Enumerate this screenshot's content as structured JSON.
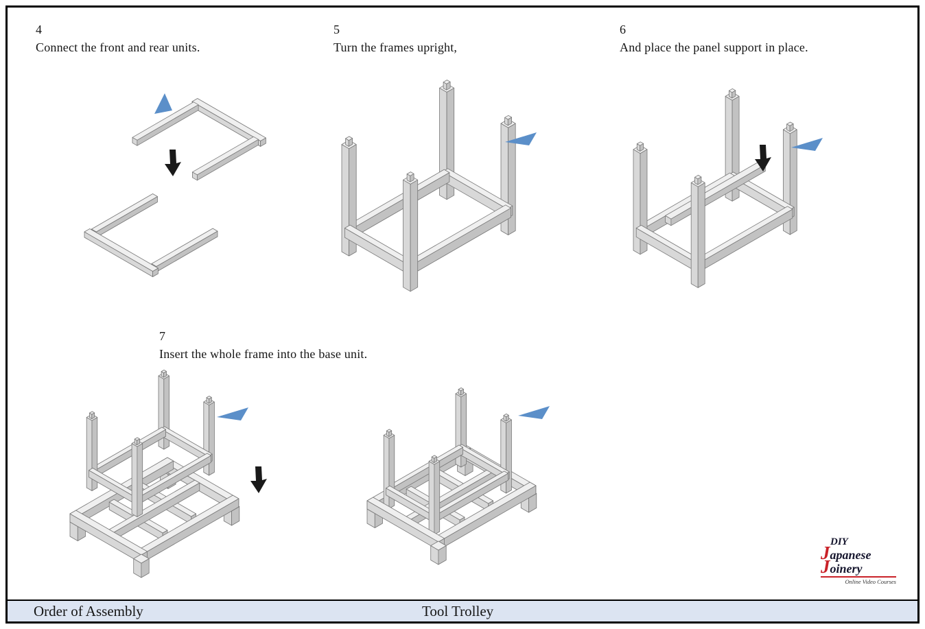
{
  "steps": [
    {
      "number": "4",
      "caption": "Connect the front and rear units."
    },
    {
      "number": "5",
      "caption": "Turn the frames upright,"
    },
    {
      "number": "6",
      "caption": "And place the panel support in place."
    },
    {
      "number": "7",
      "caption": "Insert the whole frame into the base unit."
    }
  ],
  "footer": {
    "left": "Order of Assembly",
    "center": "Tool Trolley"
  },
  "logo": {
    "line1": "DIY",
    "line2": "Japanese",
    "line3": "Joinery",
    "tagline": "Online Video Courses"
  },
  "colors": {
    "footer_bar": "#dce4f2",
    "pointer": "#5b8fc9",
    "arrow": "#1a1a1a",
    "logo_red": "#c92128",
    "logo_dark": "#16162e",
    "wood_light": "#efefef",
    "wood_mid": "#d8d8d8",
    "wood_dark": "#c2c2c2"
  },
  "diagrams": [
    {
      "name": "step4-diagram",
      "description": "Front and rear frame units laid out to be connected"
    },
    {
      "name": "step5-diagram",
      "description": "Frame turned upright on four posts"
    },
    {
      "name": "step6-diagram",
      "description": "Panel support rail placed into upright frame"
    },
    {
      "name": "step7a-diagram",
      "description": "Frame held above the base unit"
    },
    {
      "name": "step7b-diagram",
      "description": "Frame inserted into the base unit"
    }
  ],
  "icons": {
    "blue_pointer": "blue-pointer-icon",
    "down_arrow": "down-arrow-icon"
  }
}
